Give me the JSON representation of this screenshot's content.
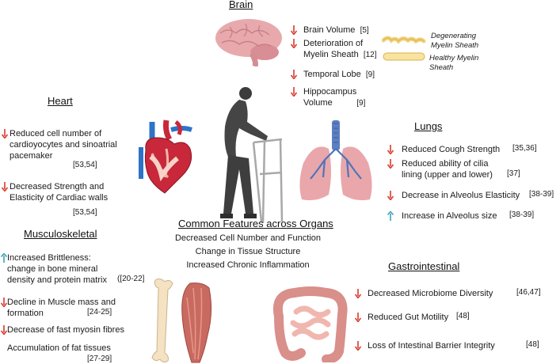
{
  "colors": {
    "down_arrow": "#d93a2b",
    "up_arrow": "#3aa3b8"
  },
  "brain": {
    "title": "Brain",
    "items": [
      {
        "line1": "Brain Volume",
        "line2": "",
        "ref": "[5]",
        "arrow": "down"
      },
      {
        "line1": "Deterioration of",
        "line2": "Myelin Sheath",
        "ref": "[12]",
        "arrow": "down"
      },
      {
        "line1": "Temporal Lobe",
        "line2": "",
        "ref": "[9]",
        "arrow": "down"
      },
      {
        "line1": "Hippocampus",
        "line2": "Volume",
        "ref": "[9]",
        "arrow": "down"
      }
    ],
    "degenerating_label": "Degenerating\nMyelin Sheath",
    "degenerating_l1": "Degenerating",
    "degenerating_l2": "Myelin Sheath",
    "healthy_l1": "Healthy Myelin",
    "healthy_l2": "Sheath"
  },
  "heart": {
    "title": "Heart",
    "item1_l1": "Reduced cell number of",
    "item1_l2": "cardioyocytes and sinoatrial",
    "item1_l3": "pacemaker",
    "item1_ref": "[53,54]",
    "item2_l1": "Decreased Strength and",
    "item2_l2": "Elasticity of Cardiac walls",
    "item2_ref": "[53,54]"
  },
  "lungs": {
    "title": "Lungs",
    "item1": "Reduced Cough Strength",
    "item1_ref": "[35,36]",
    "item2_l1": "Reduced ability of cilia",
    "item2_l2": "lining (upper and lower)",
    "item2_ref": "[37]",
    "item3": "Decrease in Alveolus Elasticity",
    "item3_ref": "[38-39]",
    "item4": "Increase in Alveolus size",
    "item4_ref": "[38-39]"
  },
  "common": {
    "title": "Common Features across Organs",
    "line1": "Decreased Cell Number and Function",
    "line2": "Change in Tissue Structure",
    "line3": "Increased Chronic Inflammation"
  },
  "musculoskeletal": {
    "title": "Musculoskeletal",
    "item1_l1": "Increased Brittleness:",
    "item1_l2": "change in bone mineral",
    "item1_l3": "density and protein matrix",
    "item1_ref": "([20-22]",
    "item2_l1": "Decline in Muscle mass and",
    "item2_l2": "formation",
    "item2_ref": "[24-25]",
    "item3": "Decrease of fast myosin fibres",
    "item4": "Accumulation of fat tissues",
    "item4_ref": "[27-29]"
  },
  "gi": {
    "title": "Gastrointestinal",
    "item1": "Decreased Microbiome  Diversity",
    "item1_ref": "[46,47]",
    "item2": "Reduced Gut Motility",
    "item2_ref": "[48]",
    "item3": "Loss of Intestinal Barrier Integrity",
    "item3_ref": "[48]"
  }
}
